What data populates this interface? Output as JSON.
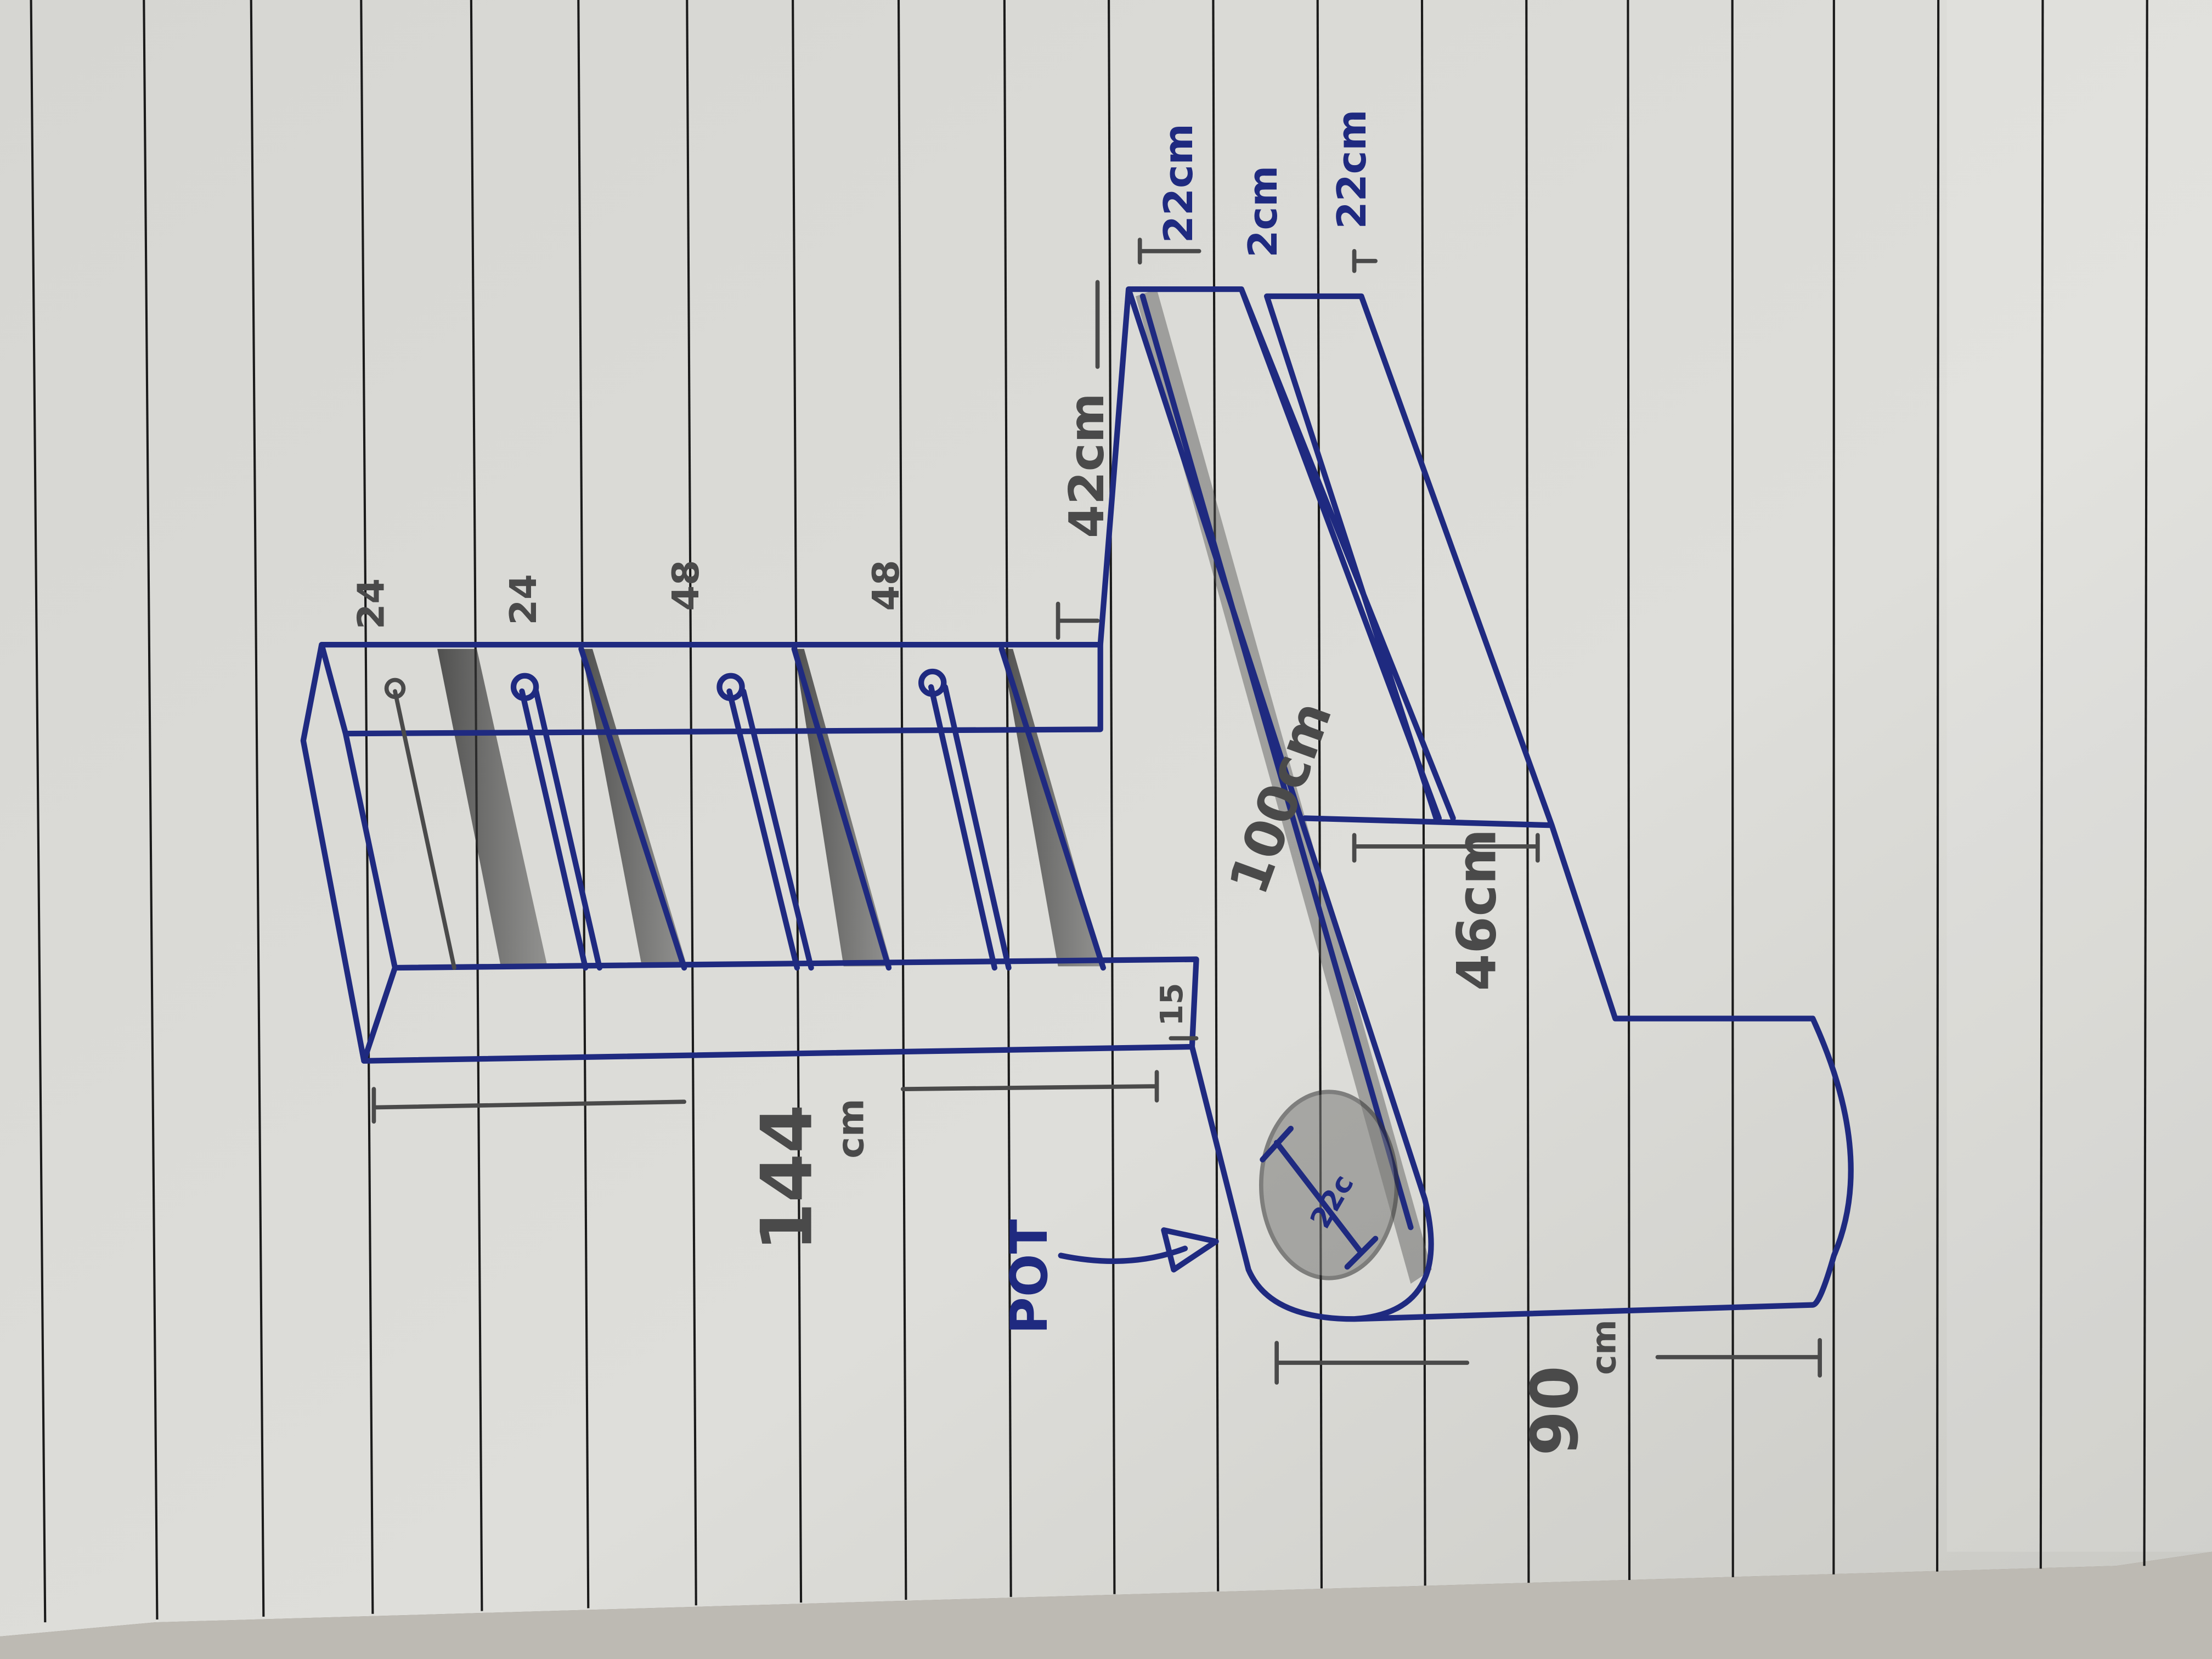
{
  "sketch": {
    "shelf_labels": [
      "24",
      "24",
      "48",
      "48"
    ],
    "dimensions": {
      "backrest_height": "42cm",
      "top_width_1": "22cm",
      "gap": "2cm",
      "top_width_2": "22cm",
      "bench_length": "100cm",
      "seat_depth": "46cm",
      "side_depth": "15",
      "shelf_width_value": "144",
      "shelf_width_unit": "cm",
      "pot_diameter": "22c",
      "base_width_value": "90",
      "base_width_unit": "cm"
    },
    "pot_label": "POT"
  },
  "colors": {
    "ink": "#1f2a80",
    "pencil": "#4a4a4a",
    "paper": "#dcdcd8"
  }
}
